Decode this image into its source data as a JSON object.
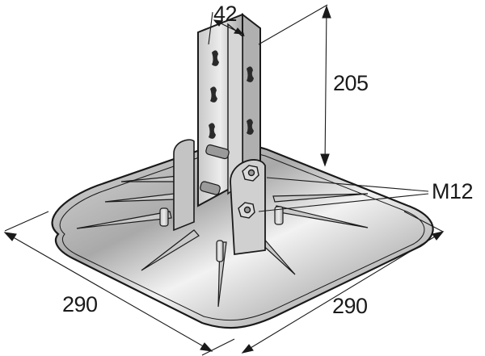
{
  "figure": {
    "subject": "Pipe support base with channel strut and base plate",
    "colors": {
      "outline": "#1a1a1a",
      "metal_light": "#e6e6e6",
      "metal_mid": "#bdbdbd",
      "metal_dark": "#8c8c8c",
      "background": "#ffffff"
    }
  },
  "dimensions": {
    "channel_width": {
      "value": "42"
    },
    "height": {
      "value": "205"
    },
    "bolt": {
      "value": "M12"
    },
    "base_left": {
      "value": "290"
    },
    "base_right": {
      "value": "290"
    }
  }
}
